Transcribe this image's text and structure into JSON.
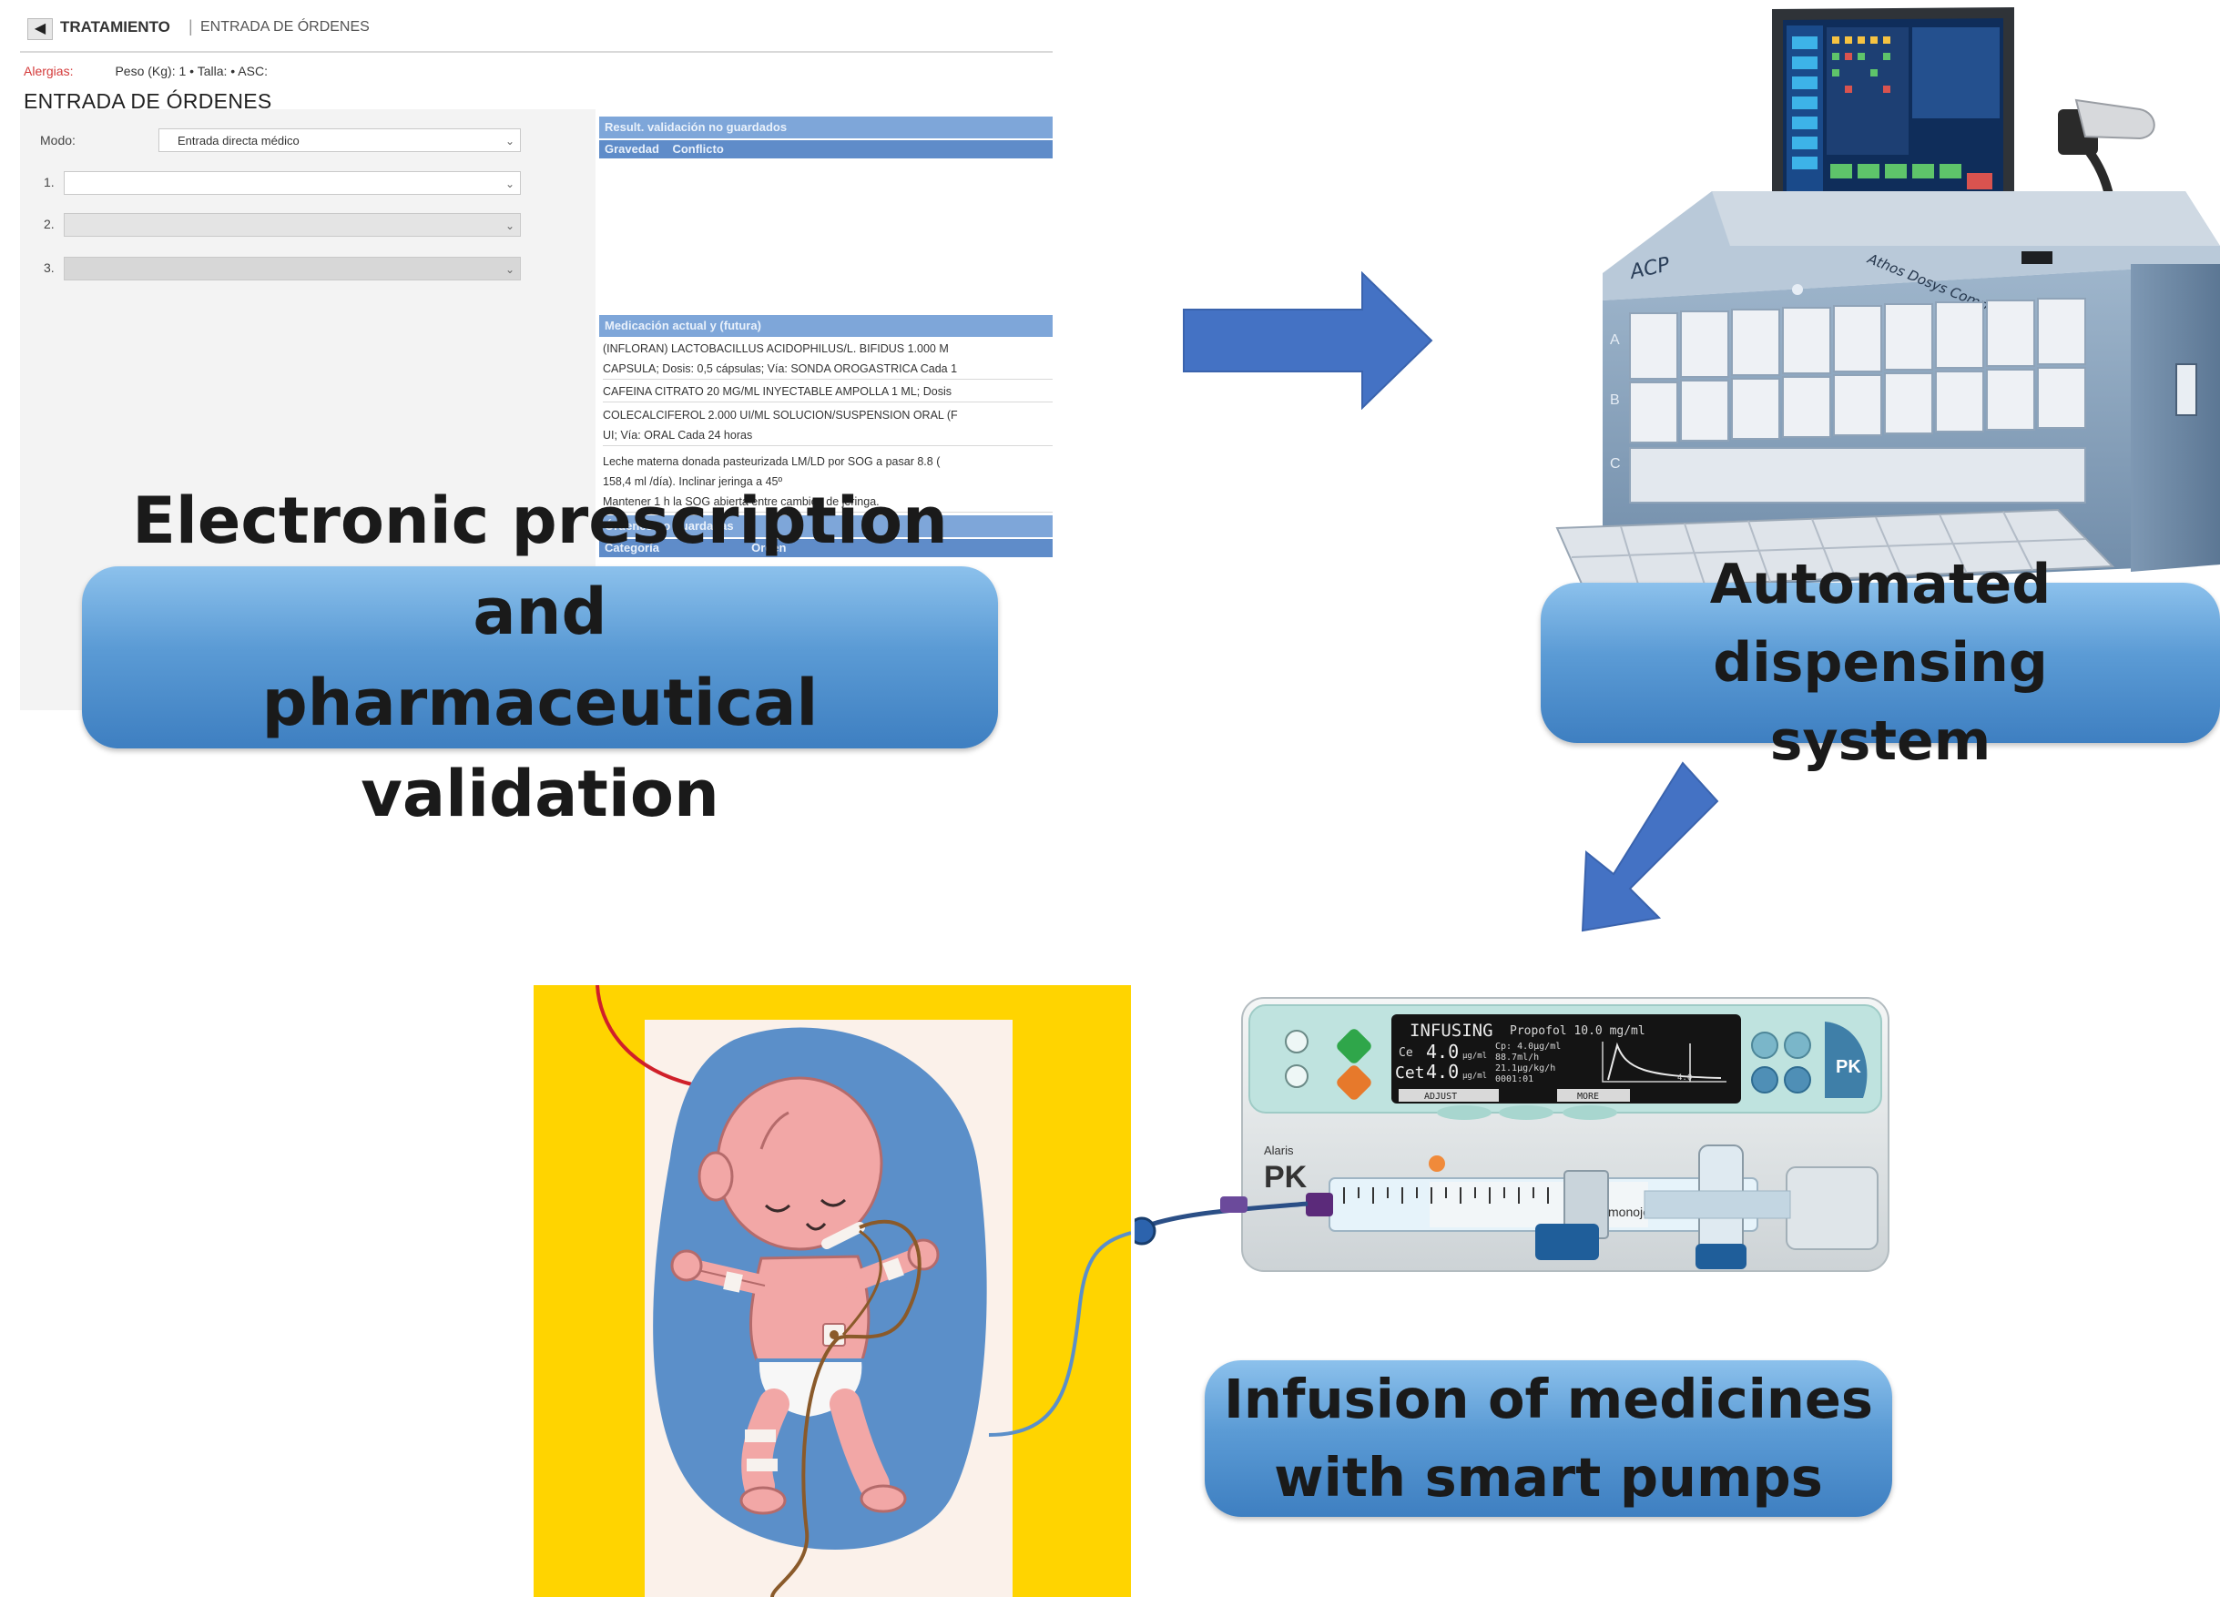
{
  "prescription_screen": {
    "breadcrumb_section": "TRATAMIENTO",
    "breadcrumb_separator": "|",
    "breadcrumb_page": "ENTRADA DE ÓRDENES",
    "allergies_label": "Alergias:",
    "patient_info": "Peso (Kg): 1  •  Talla:  •  ASC:",
    "page_title": "ENTRADA DE ÓRDENES",
    "mode_label": "Modo:",
    "mode_value": "Entrada directa médico",
    "order_slots": [
      "1.",
      "2.",
      "3."
    ],
    "validation_header": "Result. validación no guardados",
    "validation_columns": [
      "Gravedad",
      "Conflicto"
    ],
    "current_meds_header": "Medicación actual y (futura)",
    "current_meds": [
      [
        "(INFLORAN) LACTOBACILLUS ACIDOPHILUS/L. BIFIDUS 1.000 M",
        "CAPSULA; Dosis: 0,5 cápsulas; Vía: SONDA OROGASTRICA Cada 1"
      ],
      [
        "CAFEINA CITRATO 20 MG/ML INYECTABLE AMPOLLA 1 ML; Dosis"
      ],
      [
        "COLECALCIFEROL 2.000 UI/ML SOLUCION/SUSPENSION ORAL (F",
        "UI; Vía: ORAL Cada 24 horas"
      ],
      [
        "Leche materna donada pasteurizada LM/LD por SOG a pasar 8.8 (",
        "158,4 ml /día). Inclinar jeringa a 45º",
        "Mantener 1 h la SOG abierta entre cambios de jeringa."
      ]
    ],
    "unsaved_orders_header": "Órdenes no guardadas",
    "unsaved_columns": [
      "Categoría",
      "Orden"
    ]
  },
  "labels": {
    "prescription": [
      "Electronic prescription and",
      "pharmaceutical validation"
    ],
    "dispensing": [
      "Automated dispensing",
      "system"
    ],
    "infusion": [
      "Infusion of medicines",
      "with smart pumps"
    ]
  },
  "cabinet": {
    "brand": "Athos Dosys Compact",
    "logo": "ACP",
    "rows": [
      "A",
      "B",
      "C"
    ]
  },
  "pump": {
    "status": "INFUSING",
    "drug": "Propofol 10.0 mg/ml",
    "ce_label": "Ce",
    "ce_value": "4.0",
    "cet_label": "Cet",
    "cet_value": "4.0",
    "unit": "µg/ml",
    "side_readout": [
      "Cp: 4.0µg/ml",
      "88.7ml/h",
      "21.1µg/kg/h",
      "0001:01"
    ],
    "graph_value": "4.0",
    "softkeys": [
      "ADJUST",
      "MORE"
    ],
    "brand_small": "Alaris",
    "brand_big": "PK",
    "syringe_brand": "monoject"
  },
  "colors": {
    "label_blue": "#5b9bd5",
    "arrow_blue": "#4472c4",
    "incubator_yellow": "#ffd700",
    "baby_blanket": "#5b8fc9",
    "baby_skin": "#f2a7a6"
  }
}
